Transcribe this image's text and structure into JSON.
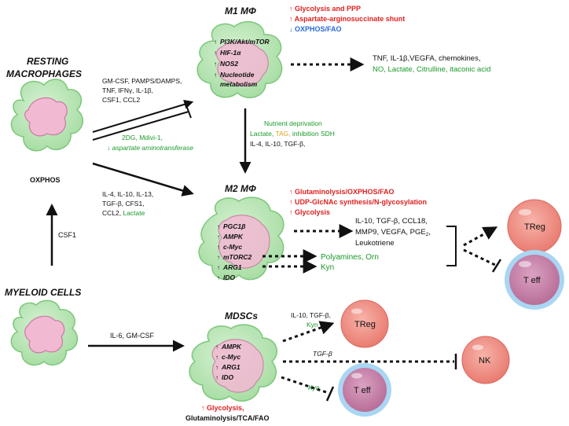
{
  "colors": {
    "red": "#e02020",
    "green": "#1a9a2a",
    "blue": "#2a6ad8",
    "black": "#111111",
    "cell_fill": "#b9e6b6",
    "cell_stroke": "#7cc77a",
    "nucleus_fill": "#f2b9d3",
    "nucleus_stroke": "#c97aa3",
    "treg_fill": "#f2948a",
    "teff_fill": "#c77ea6",
    "teff_ring": "#a9d6f2"
  },
  "resting": {
    "title1": "RESTING",
    "title2": "MACROPHAGES",
    "label": "OXPHOS"
  },
  "myeloid": {
    "title": "MYELOID CELLS"
  },
  "csf1_label": "CSF1",
  "m1": {
    "title": "M1 MΦ",
    "inner": [
      "PI3K/Akt/mTOR",
      "HIF-1α",
      "NOS2",
      "Nucleotide",
      "metabolism"
    ],
    "metab_red": [
      "↑ Glycolysis and PPP",
      "↑ Aspartate-arginosuccinate shunt"
    ],
    "metab_blue": "↓ OXPHOS/FAO",
    "out_black": "TNF, IL-1β,VEGFA, chemokines,",
    "out_green": "NO, Lactate, Citrulline, itaconic acid"
  },
  "rest_to_m1": [
    "GM-CSF, PAMPS/DAMPS,",
    "TNF, IFNγ, IL-1β,",
    "CSF1, CCL2"
  ],
  "inhibitors": [
    "2DG, Mdivi-1,",
    "↓ aspartate aminotransferase"
  ],
  "rest_to_m2": {
    "lines": [
      "IL-4, IL-10, IL-13,",
      "TGF-β, CFS1,"
    ],
    "last_black": "CCL2, ",
    "last_green": "Lactate"
  },
  "m1_to_m2": {
    "g1": "Nutrient deprivation",
    "g2_green": "Lactate, ",
    "g2_orange": "TAG, ",
    "g2_green2": "inhibition SDH",
    "black": "IL-4, IL-10, TGF-β,"
  },
  "m2": {
    "title": "M2 MΦ",
    "metab_red": [
      "↑ Glutaminolysis/OXPHOS/FAO",
      "↑ UDP-GlcNAc synthesis/N-glycosylation",
      "↑ Glycolysis"
    ],
    "inner": [
      "PGC1β",
      "AMPK",
      "c-Myc",
      "mTORC2",
      "ARG1",
      "IDO"
    ],
    "out": [
      "IL-10, TGF-β, CCL18,",
      "MMP9, VEGFA, PGE",
      "Leukotriene"
    ],
    "pge_sub": "2",
    "polyamines": "Polyamines, Orn",
    "kyn": "Kyn"
  },
  "treg_label": "TReg",
  "teff_label": "T eff",
  "nk_label": "NK",
  "mdsc": {
    "title": "MDSCs",
    "inner": [
      "AMPK",
      "c-Myc",
      "ARG1",
      "IDO"
    ],
    "bottom_red": "↑ Glycolysis,",
    "bottom_black": "Glutaminolysis/TCA/FAO",
    "to_treg_black": "IL-10, TGF-β,",
    "to_treg_green": "Kyn",
    "to_nk": "TGF-β",
    "to_teff": "Kyn"
  },
  "myeloid_to_mdsc": "IL-6, GM-CSF"
}
